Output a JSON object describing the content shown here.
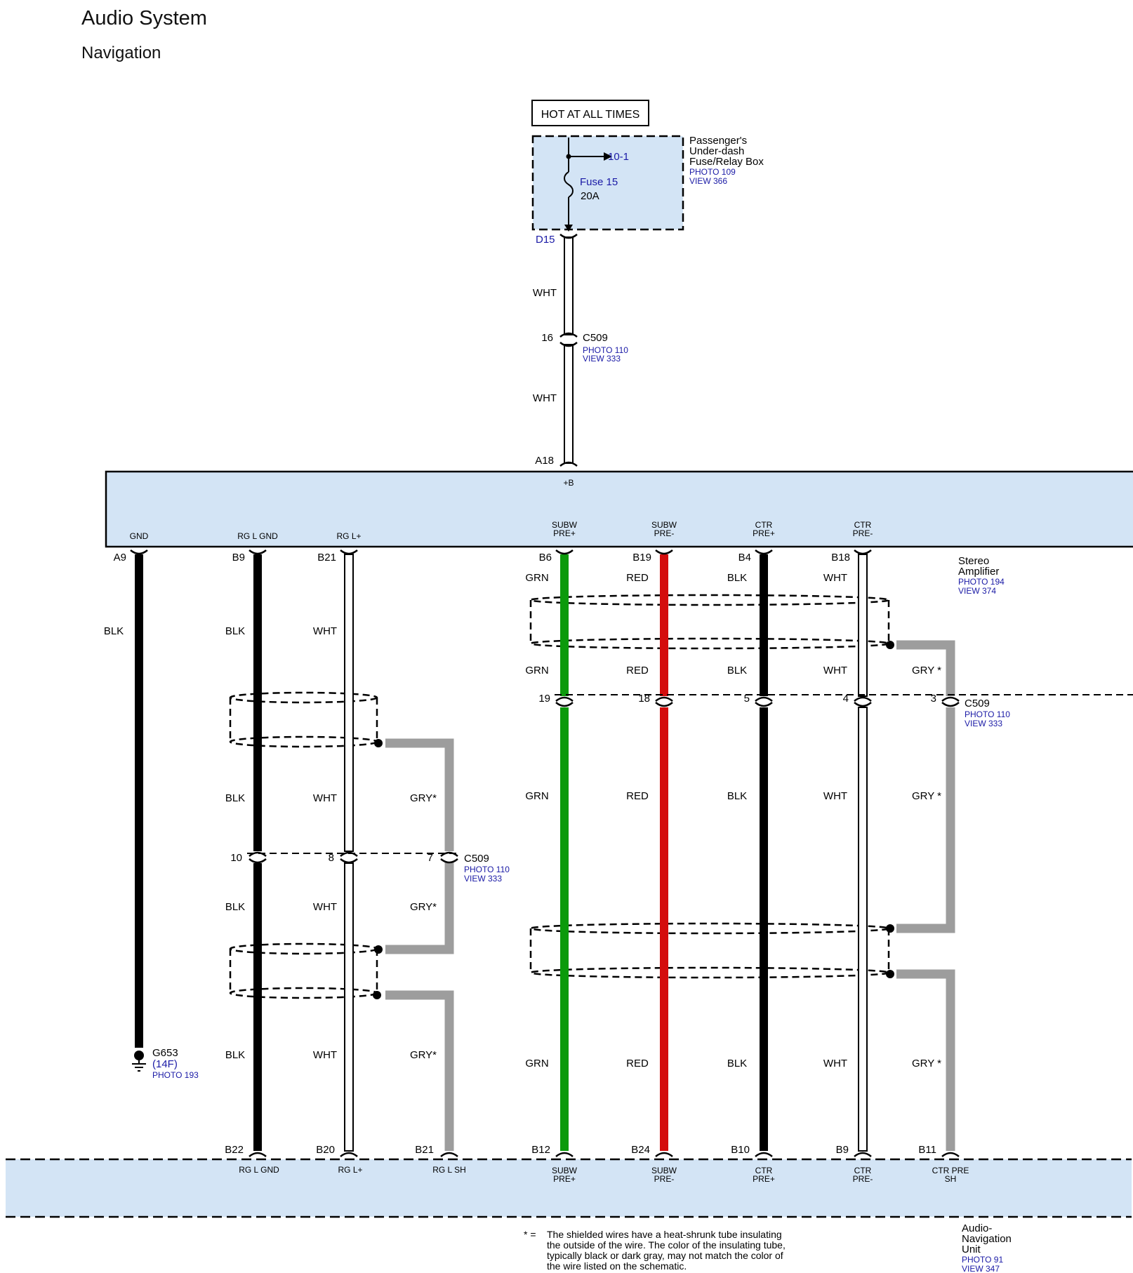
{
  "title": "Audio System",
  "subtitle": "Navigation",
  "power_label": "HOT AT ALL TIMES",
  "fuse_box": {
    "name_lines": [
      "Passenger's",
      "Under-dash",
      "Fuse/Relay Box"
    ],
    "photo": "PHOTO 109",
    "view": "VIEW 366",
    "branch": "10-1",
    "fuse_name": "Fuse 15",
    "fuse_rating": "20A",
    "terminal": "D15"
  },
  "c509_top": {
    "pin": "16",
    "name": "C509",
    "photo": "PHOTO 110",
    "view": "VIEW 333"
  },
  "power_wire": {
    "color_upper": "WHT",
    "color_lower": "WHT",
    "amp_pin": "A18",
    "amp_terminal": "+B"
  },
  "amplifier": {
    "name_lines": [
      "Stereo",
      "Amplifier"
    ],
    "photo": "PHOTO 194",
    "view": "VIEW 374"
  },
  "amp_terminals": [
    "GND",
    "RG L GND",
    "RG L+",
    "SUBW PRE+",
    "SUBW PRE-",
    "CTR PRE+",
    "CTR PRE-"
  ],
  "amp_pins": [
    "A9",
    "B9",
    "B21",
    "B6",
    "B19",
    "B4",
    "B18"
  ],
  "gnd_wire": {
    "color": "BLK",
    "ground": "G653",
    "ground_loc": "(14F)",
    "photo": "PHOTO 193"
  },
  "left_group": {
    "colors_row1": [
      "BLK",
      "WHT"
    ],
    "colors_row2": [
      "BLK",
      "WHT",
      "GRY*"
    ],
    "colors_row3": [
      "BLK",
      "WHT",
      "GRY*"
    ],
    "colors_row4": [
      "BLK",
      "WHT",
      "GRY*"
    ],
    "c509_pins": [
      "10",
      "8",
      "7"
    ],
    "c509": {
      "name": "C509",
      "photo": "PHOTO 110",
      "view": "VIEW 333"
    },
    "nav_pins": [
      "B22",
      "B20",
      "B21"
    ],
    "nav_terminals": [
      "RG L GND",
      "RG L+",
      "RG L SH"
    ]
  },
  "right_group": {
    "colors_row1": [
      "GRN",
      "RED",
      "BLK",
      "WHT"
    ],
    "colors_row2": [
      "GRN",
      "RED",
      "BLK",
      "WHT",
      "GRY *"
    ],
    "colors_row3": [
      "GRN",
      "RED",
      "BLK",
      "WHT",
      "GRY *"
    ],
    "colors_row4": [
      "GRN",
      "RED",
      "BLK",
      "WHT",
      "GRY *"
    ],
    "c509_pins": [
      "19",
      "18",
      "5",
      "4",
      "3"
    ],
    "c509": {
      "name": "C509",
      "photo": "PHOTO 110",
      "view": "VIEW 333"
    },
    "nav_pins": [
      "B12",
      "B24",
      "B10",
      "B9",
      "B11"
    ],
    "nav_terminals": [
      "SUBW PRE+",
      "SUBW PRE-",
      "CTR PRE+",
      "CTR PRE-",
      "CTR PRE SH"
    ]
  },
  "nav_unit": {
    "name_lines": [
      "Audio-",
      "Navigation",
      "Unit"
    ],
    "photo": "PHOTO 91",
    "view": "VIEW 347"
  },
  "footnote": {
    "mark": "* =",
    "lines": [
      "The shielded wires have a heat-shrunk tube insulating",
      "the outside of the wire. The color of the insulating tube,",
      "typically black or dark gray, may not match the color of",
      "the wire listed on the schematic."
    ]
  },
  "colors": {
    "component_fill": "#d3e4f5",
    "wire_blk": "#000000",
    "wire_grn": "#0b9a0b",
    "wire_red": "#d40d0d",
    "wire_gry": "#9d9d9d",
    "link_blue": "#1a1aa6"
  }
}
